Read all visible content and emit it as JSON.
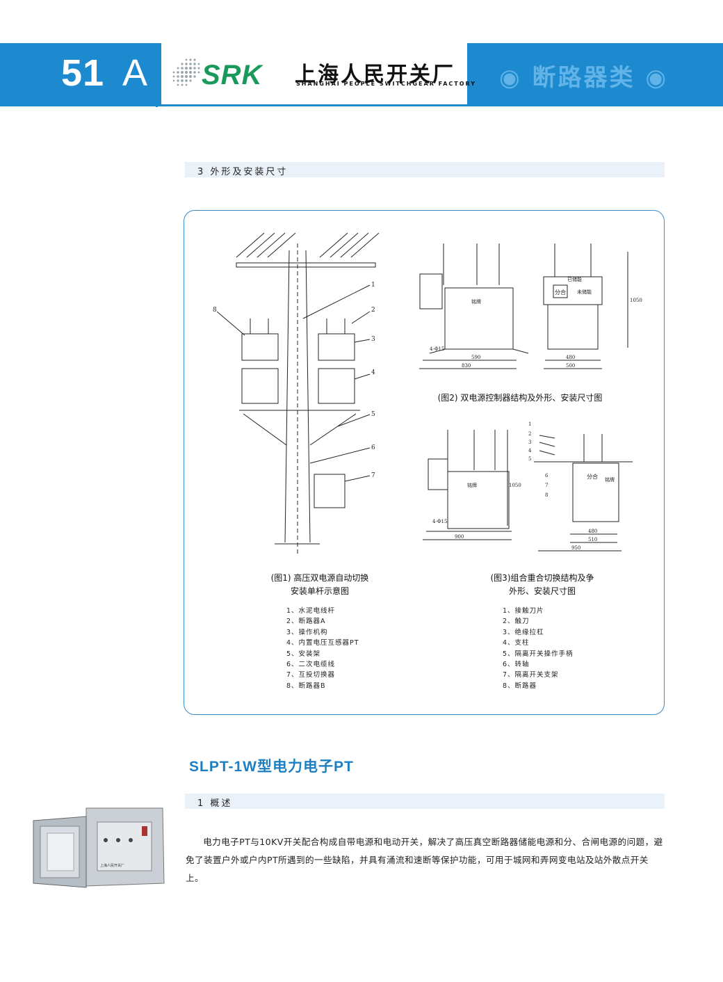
{
  "header": {
    "page_number": "51",
    "page_suffix": "A",
    "brand": "SRK",
    "company_cn": "上海人民开关厂",
    "company_en": "SHANGHAI PEOPLE SWITCHGEAR FACTORY",
    "category": "◉ 断路器类 ◉"
  },
  "section_install": {
    "heading": "3 外形及安装尺寸"
  },
  "figure1": {
    "caption_line1": "(图1) 高压双电源自动切换",
    "caption_line2": "安装单杆示意图",
    "callouts": [
      "1",
      "2",
      "3",
      "4",
      "5",
      "6",
      "7",
      "8"
    ],
    "legend": [
      "1、水泥电线杆",
      "2、断路器A",
      "3、操作机构",
      "4、内置电压互感器PT",
      "5、安装架",
      "6、二次电缆线",
      "7、互投切换器",
      "8、断路器B"
    ]
  },
  "figure2": {
    "caption": "(图2) 双电源控制器结构及外形、安装尺寸图",
    "dims": {
      "d1": "4-Φ15",
      "d2": "590",
      "d3": "830",
      "d4": "480",
      "d5": "500",
      "d6": "1050"
    },
    "labels": {
      "plate": "铭牌",
      "switch": "分合",
      "charged": "已储能",
      "uncharged": "未储能"
    }
  },
  "figure3": {
    "caption_line1": "(图3)组合重合切换结构及争",
    "caption_line2": "外形、安装尺寸图",
    "callouts": [
      "1",
      "2",
      "3",
      "4",
      "5",
      "6",
      "7",
      "8"
    ],
    "dims": {
      "d1": "4-Φ15",
      "d2": "900",
      "d3": "1050",
      "d4": "480",
      "d5": "510",
      "d6": "950"
    },
    "legend": [
      "1、接触刀片",
      "2、触刀",
      "3、绝缘拉杠",
      "4、支柱",
      "5、隔离开关操作手柄",
      "6、转轴",
      "7、隔离开关支架",
      "8、断路器"
    ]
  },
  "product": {
    "title": "SLPT-1W型电力电子PT",
    "section_heading": "1 概述",
    "photo_label": "上海人民开关厂",
    "paragraph": "电力电子PT与10KV开关配合构成自带电源和电动开关，解决了高压真空断路器储能电源和分、合闸电源的问题，避免了装置户外或户内PT所遇到的一些缺陷，并具有涌流和速断等保护功能，可用于城网和弄网变电站及站外散点开关上。"
  }
}
